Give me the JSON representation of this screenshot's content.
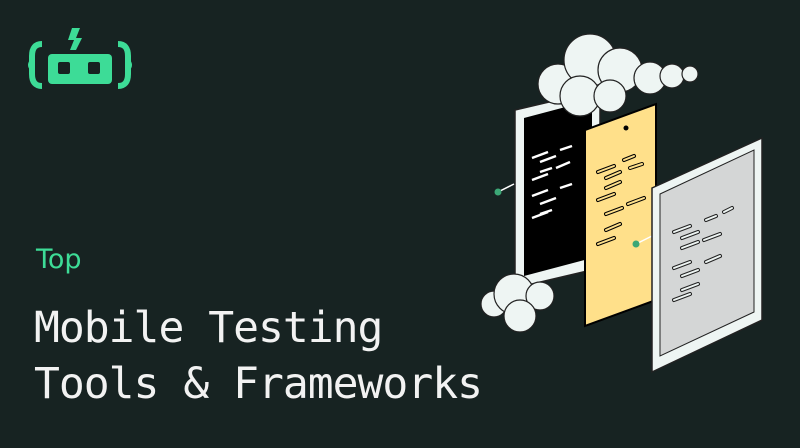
{
  "brand": {
    "logo_icon": "robot-head-icon",
    "accent": "#3ddc97",
    "background": "#172322"
  },
  "hero": {
    "eyebrow": "Top",
    "title_line1": "Mobile Testing",
    "title_line2": "Tools & Frameworks"
  },
  "illustration": {
    "description": "isometric phones and tablet with code lines and clouds",
    "phone_colors": [
      "#000000",
      "#ffe08a",
      "#d4d6d6"
    ]
  }
}
